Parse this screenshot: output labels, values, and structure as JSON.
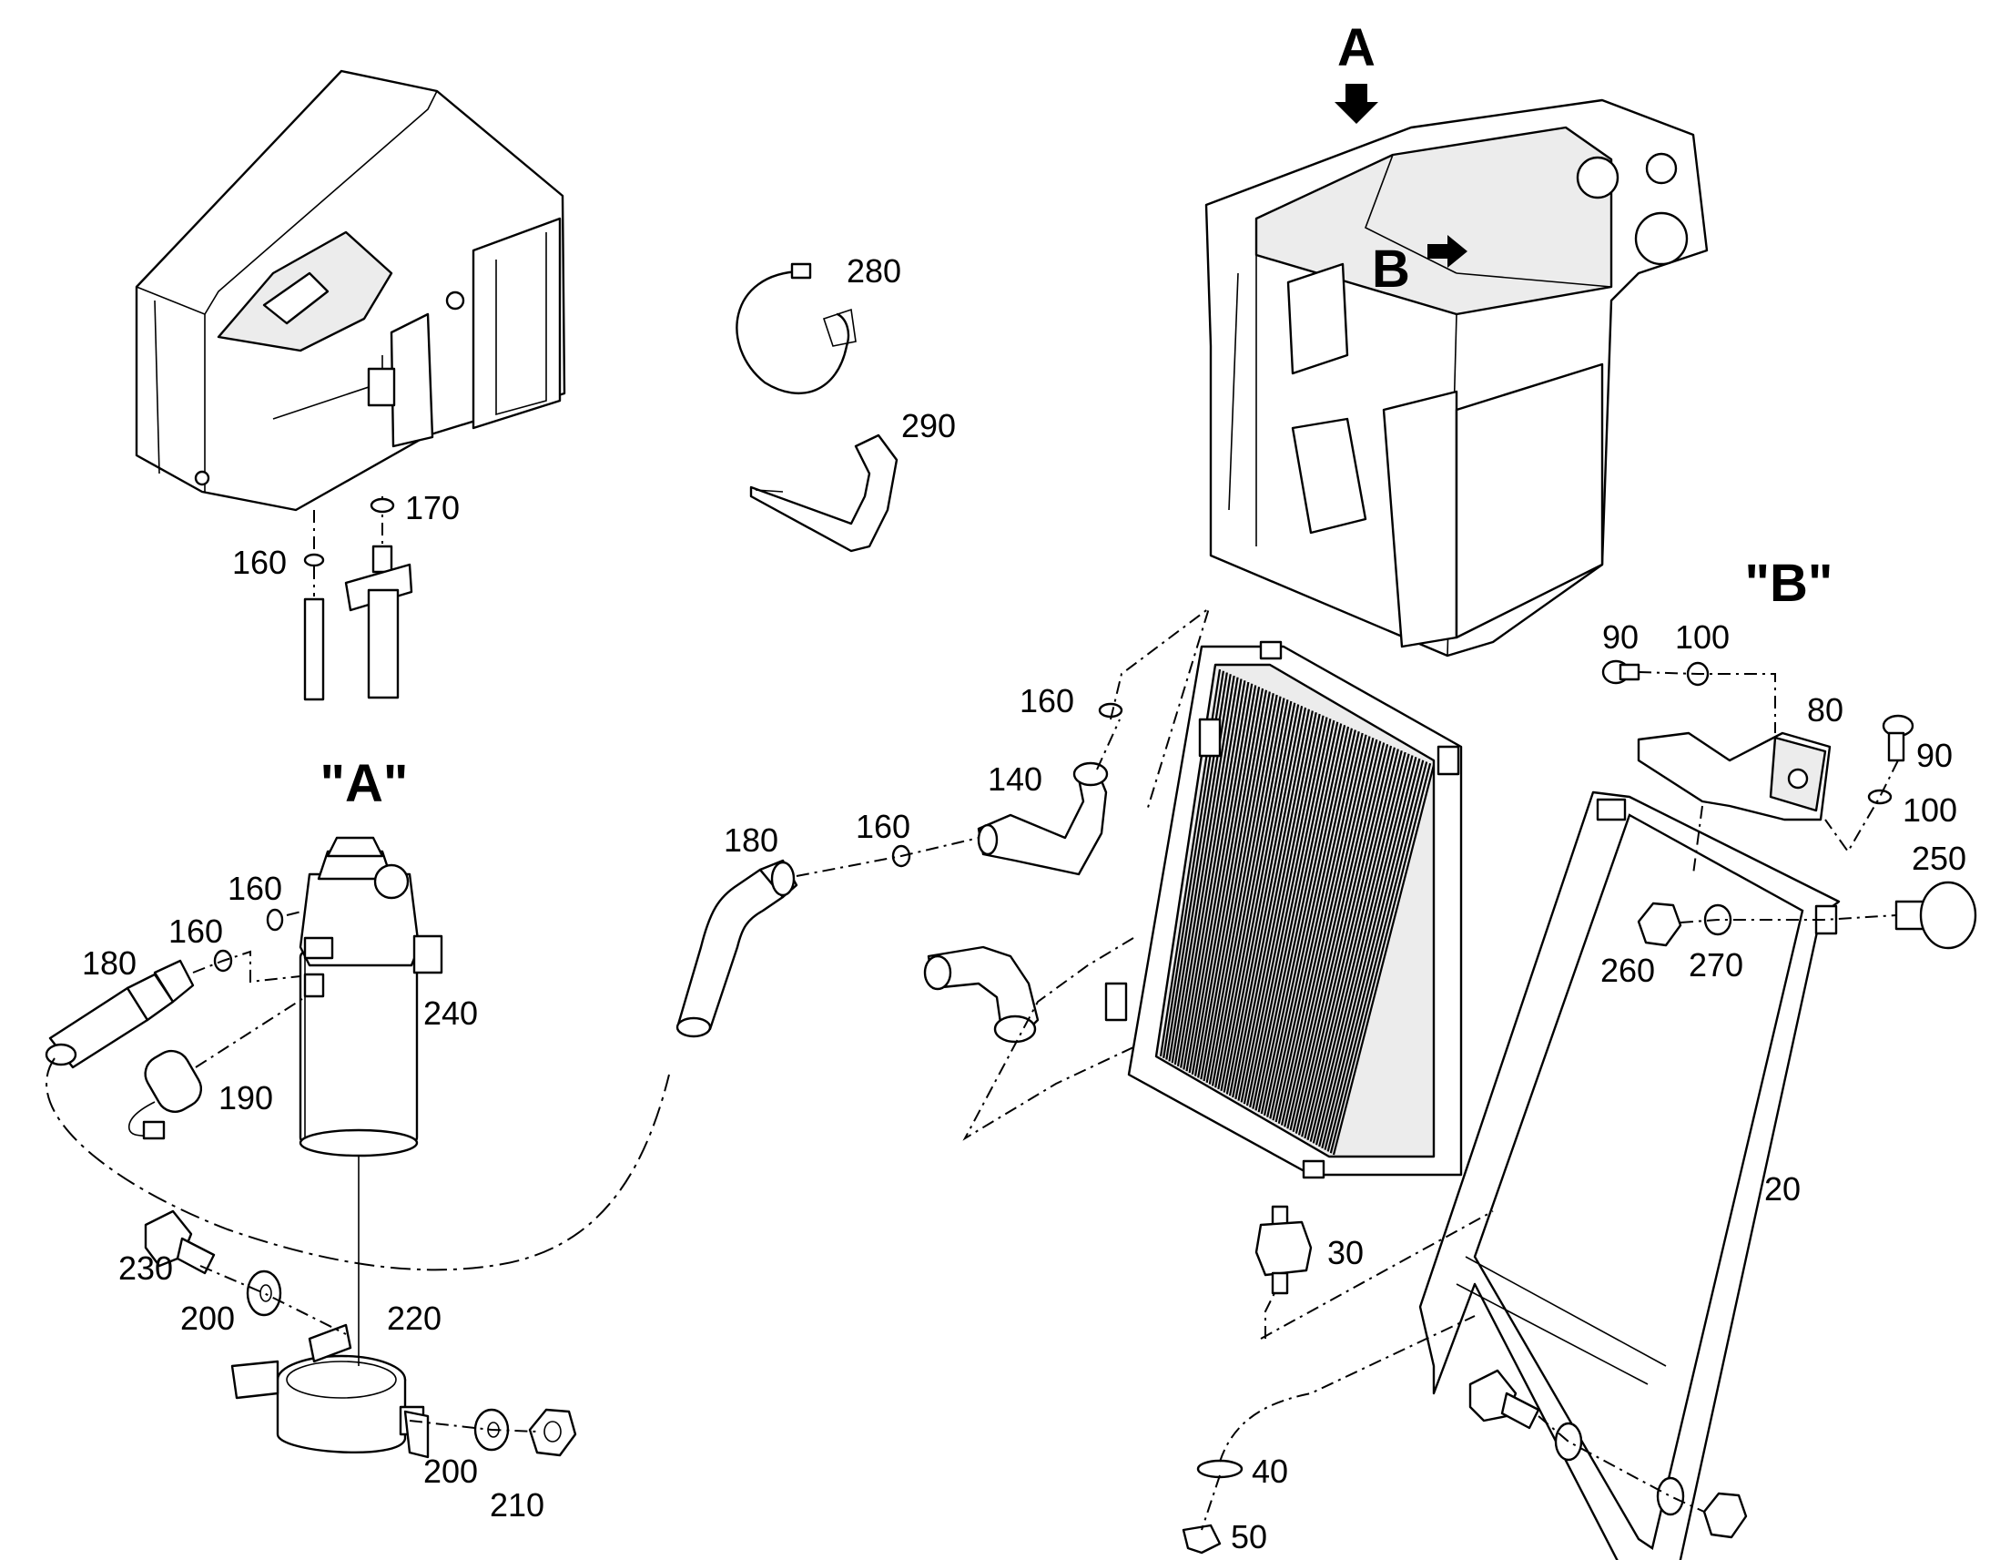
{
  "views": {
    "A_arrow": "A",
    "B_arrow": "B",
    "detail_A": "\"A\"",
    "detail_B": "\"B\""
  },
  "callouts": {
    "p20": "20",
    "p30": "30",
    "p40": "40",
    "p50": "50",
    "p80": "80",
    "p90a": "90",
    "p90b": "90",
    "p100a": "100",
    "p100b": "100",
    "p140": "140",
    "p160a": "160",
    "p160b": "160",
    "p160c": "160",
    "p160d": "160",
    "p160e": "160",
    "p170": "170",
    "p180a": "180",
    "p180b": "180",
    "p190": "190",
    "p200a": "200",
    "p200b": "200",
    "p210": "210",
    "p220": "220",
    "p230": "230",
    "p240": "240",
    "p250": "250",
    "p260": "260",
    "p270": "270",
    "p280": "280",
    "p290": "290"
  }
}
